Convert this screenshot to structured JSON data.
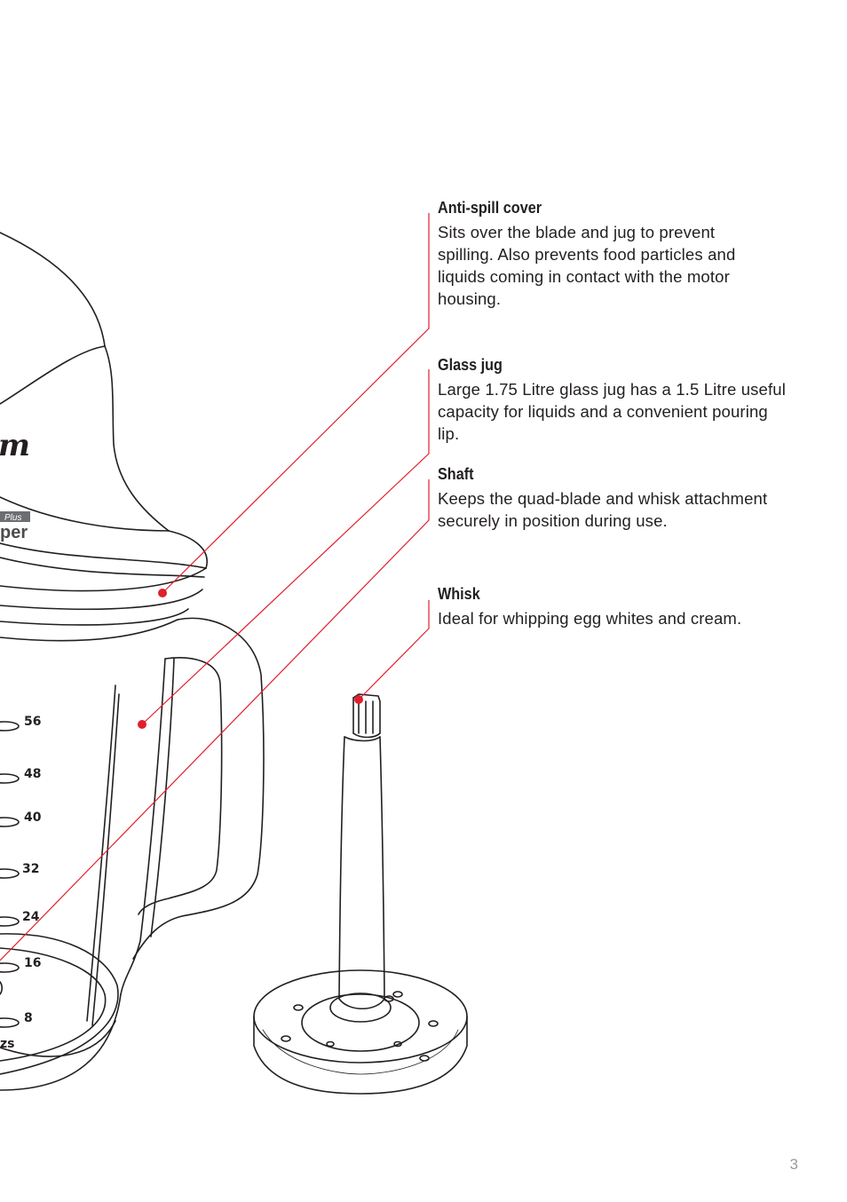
{
  "product": {
    "brand_mark": "m",
    "model_fragment": "per",
    "badge": "Plus"
  },
  "jug_scale": {
    "unit": "zs",
    "marks": [
      "56",
      "48",
      "40",
      "32",
      "24",
      "16",
      "8"
    ]
  },
  "callouts": [
    {
      "title": "Anti-spill cover",
      "body": "Sits over the blade and jug to prevent spilling. Also prevents food particles and liquids coming in contact with the motor housing."
    },
    {
      "title": "Glass jug",
      "body": "Large 1.75 Litre glass jug has a 1.5 Litre useful capacity for liquids and a convenient pouring lip."
    },
    {
      "title": "Shaft",
      "body": "Keeps the quad-blade and whisk attachment securely in position during use."
    },
    {
      "title": "Whisk",
      "body": "Ideal for whipping egg whites and cream."
    }
  ],
  "colors": {
    "leader_line": "#e0202c",
    "ink": "#231f20",
    "page_number": "#9a9a9a"
  },
  "page_number": "3"
}
